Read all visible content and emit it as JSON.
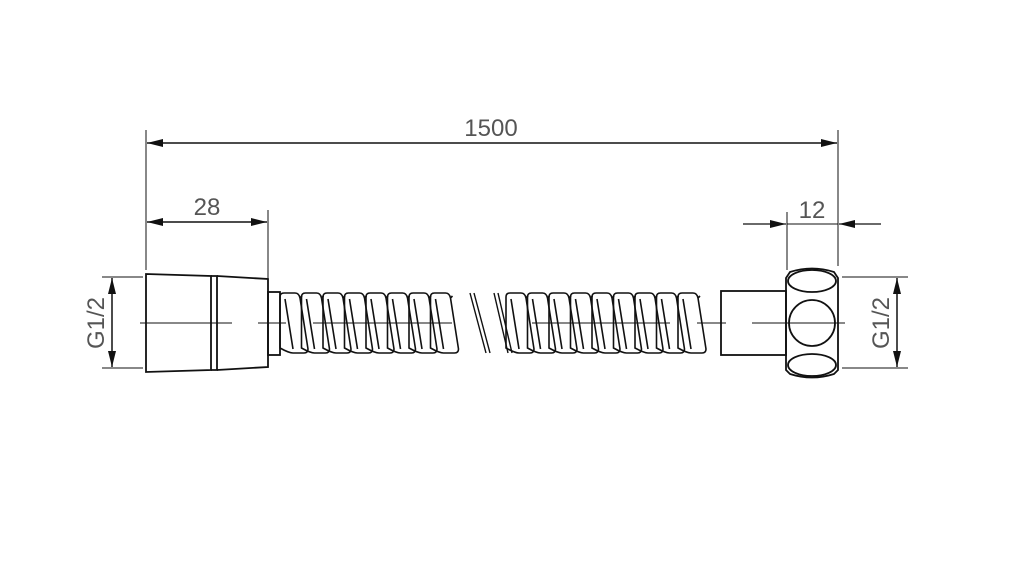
{
  "drawing": {
    "overall_length": "1500",
    "left_fitting_length": "28",
    "right_fitting_length": "12",
    "left_thread": "G1/2",
    "right_thread": "G1/2",
    "line_color": "#111111",
    "text_color": "#555555"
  }
}
